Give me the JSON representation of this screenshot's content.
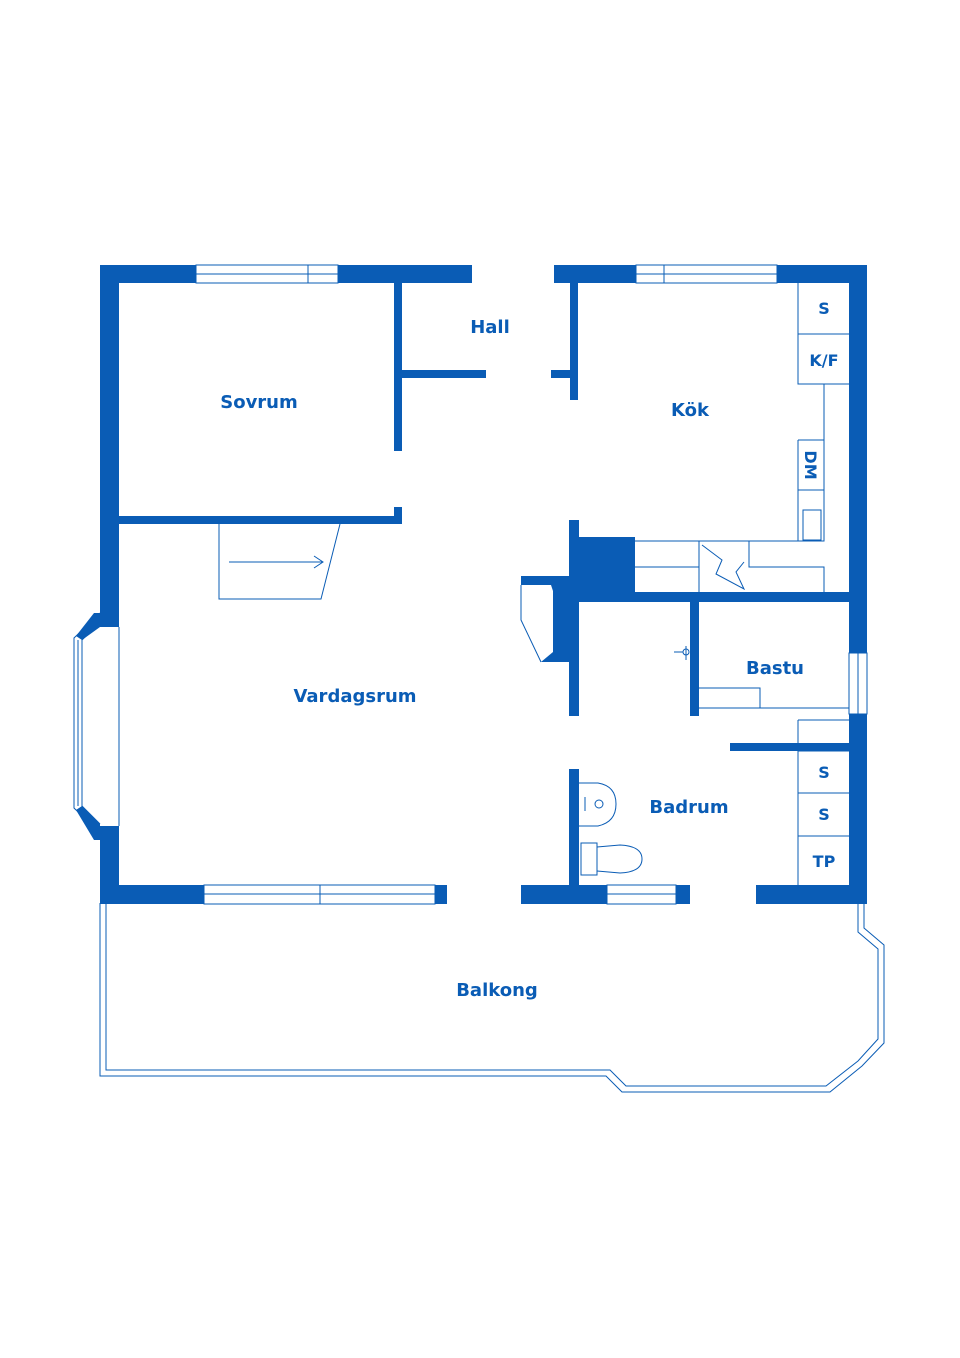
{
  "colors": {
    "wall": "#0a5cb5",
    "background": "#ffffff"
  },
  "rooms": {
    "sovrum": "Sovrum",
    "hall": "Hall",
    "kok": "Kök",
    "vardagsrum": "Vardagsrum",
    "bastu": "Bastu",
    "badrum": "Badrum",
    "balkong": "Balkong"
  },
  "fixtures": {
    "s1": "S",
    "kf": "K/F",
    "dm": "DM",
    "s2": "S",
    "s3": "S",
    "tp": "TP"
  }
}
